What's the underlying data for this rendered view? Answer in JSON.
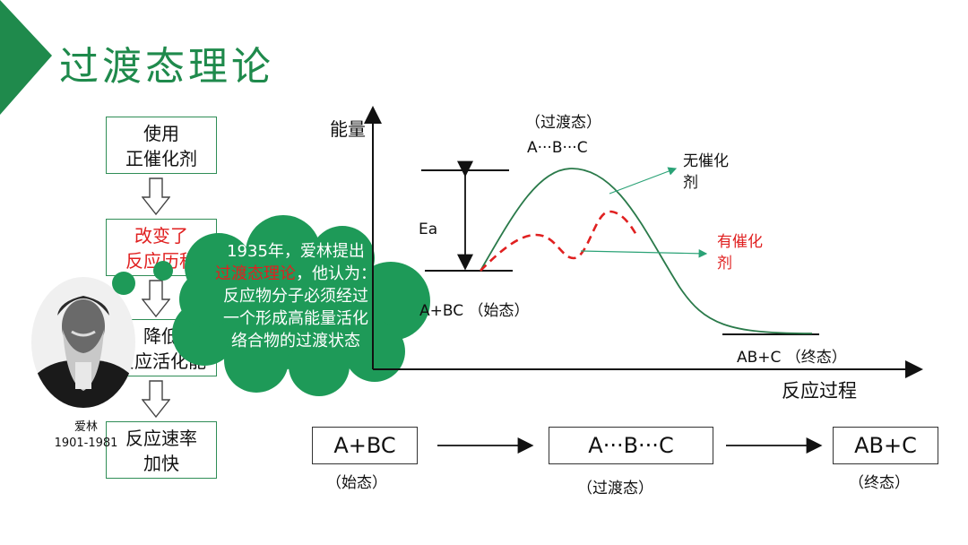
{
  "title": "过渡态理论",
  "flow": {
    "box1": [
      "使用",
      "正催化剂"
    ],
    "box2": [
      "改变了",
      "反应历程"
    ],
    "box3": [
      "降低",
      "反应活化能"
    ],
    "box4": [
      "反应速率",
      "加快"
    ]
  },
  "cloud": {
    "line1": "1935年，爱林提出",
    "line2_highlight": "过渡态理论",
    "line2_rest": "，他认为：",
    "line3": "反应物分子必须经过",
    "line4": "一个形成高能量活化",
    "line5": "络合物的过渡状态"
  },
  "portrait": {
    "name": "爱林",
    "years": "1901-1981"
  },
  "chart": {
    "y_axis_label": "能量",
    "x_axis_label": "反应过程",
    "transition_label": "（过渡态）",
    "transition_formula": "A···B···C",
    "no_catalyst_label": [
      "无催化",
      "剂"
    ],
    "catalyst_label": [
      "有催化",
      "剂"
    ],
    "ea_label": "Ea",
    "initial_label": "A+BC （始态）",
    "final_label": "AB+C （终态）"
  },
  "equation": {
    "reactant": "A+BC",
    "reactant_sub": "（始态）",
    "transition": "A···B···C",
    "transition_sub": "（过渡态）",
    "product": "AB+C",
    "product_sub": "（终态）"
  },
  "colors": {
    "accent_green": "#1f8a4c",
    "cloud_green": "#1e9a58",
    "highlight_red": "#e02020",
    "curve_green": "#2a7a4a"
  }
}
